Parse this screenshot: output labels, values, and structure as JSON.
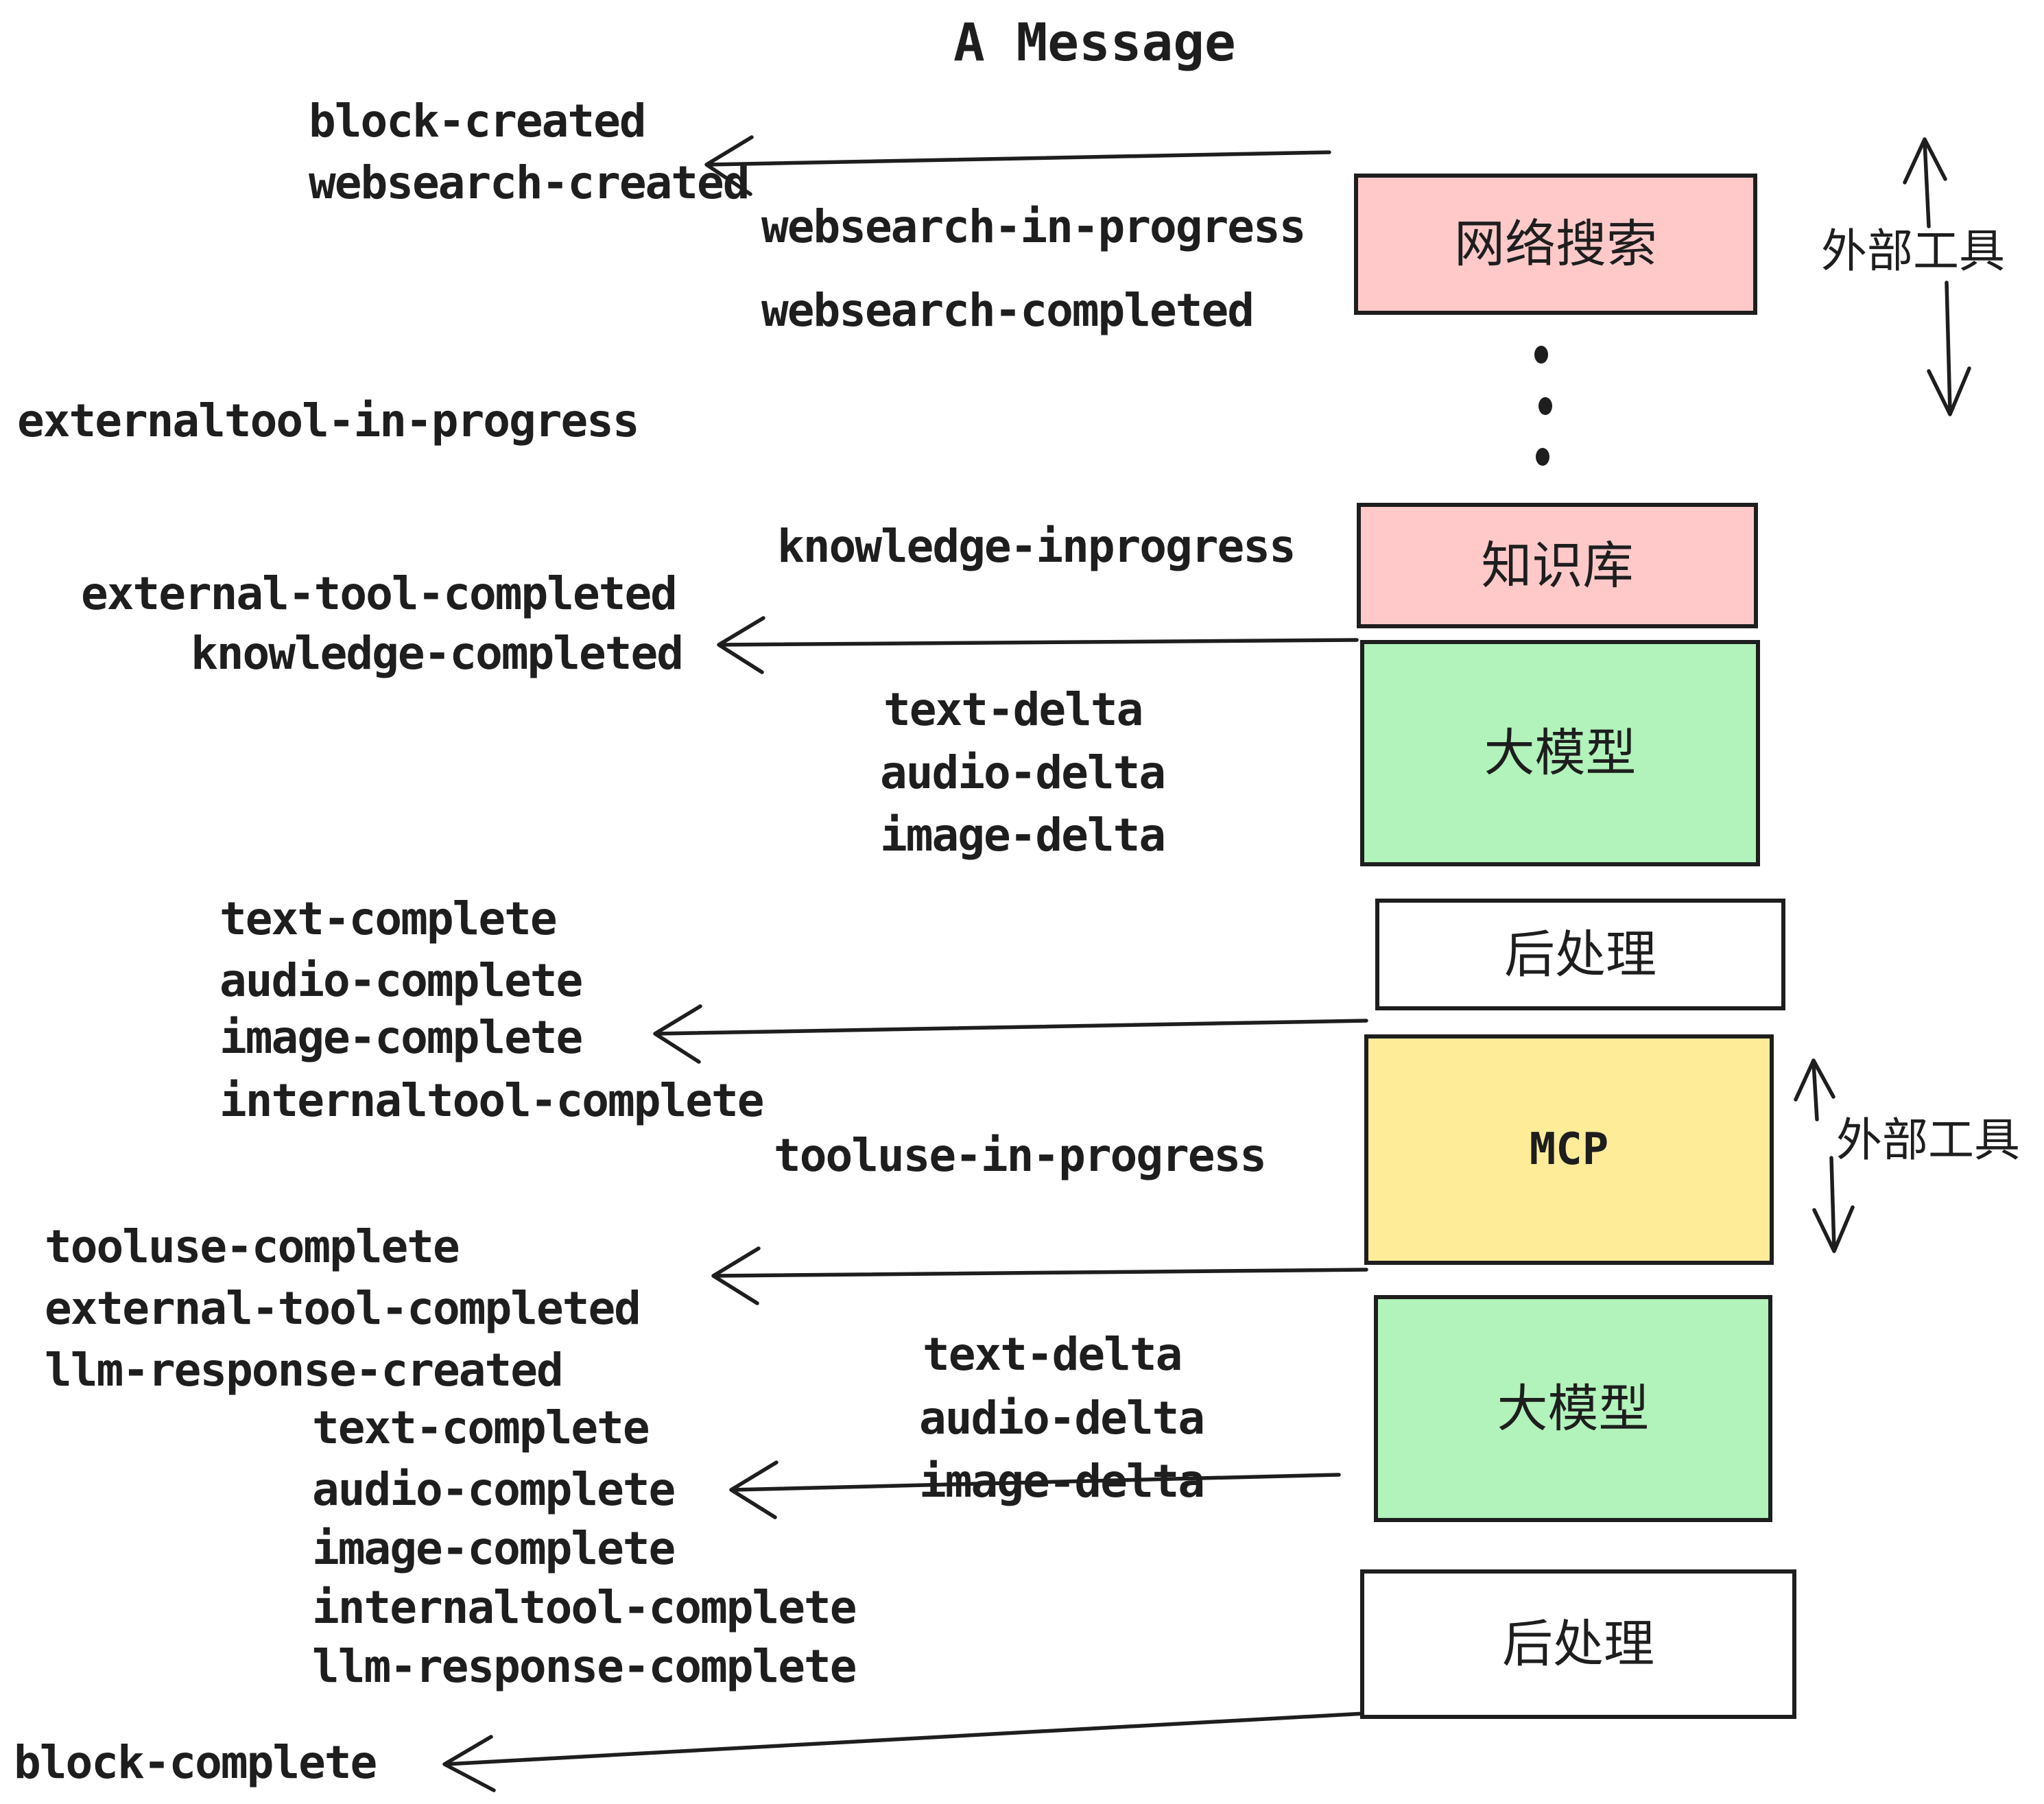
{
  "title": "A Message",
  "colors": {
    "pink": "#ffc9c9",
    "green": "#b2f2bb",
    "yellow": "#ffec99",
    "white": "#ffffff",
    "ink": "#1e1e1e"
  },
  "events": {
    "block_created": "block-created",
    "websearch_created": "websearch-created",
    "websearch_in_progress": "websearch-in-progress",
    "websearch_completed": "websearch-completed",
    "externaltool_in_progress": "externaltool-in-progress",
    "knowledge_inprogress": "knowledge-inprogress",
    "external_tool_completed_1": "external-tool-completed",
    "knowledge_completed": "knowledge-completed",
    "text_delta_1": "text-delta",
    "audio_delta_1": "audio-delta",
    "image_delta_1": "image-delta",
    "text_complete_1": "text-complete",
    "audio_complete_1": "audio-complete",
    "image_complete_1": "image-complete",
    "internaltool_complete_1": "internaltool-complete",
    "tooluse_in_progress": "tooluse-in-progress",
    "tooluse_complete": "tooluse-complete",
    "external_tool_completed_2": "external-tool-completed",
    "llm_response_created": "llm-response-created",
    "text_complete_2": "text-complete",
    "audio_complete_2": "audio-complete",
    "image_complete_2": "image-complete",
    "internaltool_complete_2": "internaltool-complete",
    "llm_response_complete": "llm-response-complete",
    "block_complete": "block-complete"
  },
  "boxes": {
    "websearch": "网络搜索",
    "knowledge": "知识库",
    "llm_1": "大模型",
    "postprocess_1": "后处理",
    "mcp": "MCP",
    "llm_2": "大模型",
    "postprocess_2": "后处理"
  },
  "annotations": {
    "external_tools_1": "外部工具",
    "external_tools_2": "外部工具"
  }
}
